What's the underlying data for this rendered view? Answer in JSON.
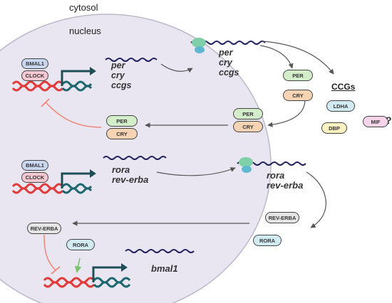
{
  "compartments": {
    "cytosol": "cytosol",
    "nucleus": "nucleus"
  },
  "nucleus_genes": {
    "per": "per",
    "cry": "cry",
    "ccgs": "ccgs",
    "rora": "rora",
    "rev_erba": "rev-erba",
    "bmal1": "bmal1"
  },
  "cytosol_genes": {
    "per": "per",
    "cry": "cry",
    "ccgs": "ccgs",
    "rora": "rora",
    "rev_erba": "rev-erba"
  },
  "proteins": {
    "bmal1_a": "BMAL1",
    "clock_a": "CLOCK",
    "bmal1_b": "BMAL1",
    "clock_b": "CLOCK",
    "per_nuc": "PER",
    "cry_nuc": "CRY",
    "per_cyt_top": "PER",
    "cry_cyt_top": "CRY",
    "per_cyt_mid": "PER",
    "cry_cyt_mid": "CRY",
    "rev_erba_nuc": "REV-ERBA",
    "rora_nuc": "RORA",
    "rev_erba_cyt": "REV-ERBA",
    "rora_cyt": "RORA",
    "ldha": "LDHA",
    "dbp": "DBP",
    "mif": "MIF"
  },
  "ccgs_title": "CCGs",
  "unknown_mark": "?",
  "colors": {
    "nucleus_fill": "#e9e6f1",
    "nucleus_stroke": "#bdb8c8",
    "dna_red": "#e03a3a",
    "dna_teal": "#1d6870",
    "mrna": "#22235e",
    "ribosome": "#7fcfa8",
    "bmal1": "#c9d8ef",
    "clock": "#f6c8d1",
    "per": "#d3ecc9",
    "cry": "#f6d3b3",
    "rev_erba": "#e5e5e5",
    "rora": "#d2ebf3",
    "ldha": "#d2ebf3",
    "dbp": "#fbf0c0",
    "mif": "#f6d5ea",
    "inhibit": "#f08070",
    "activate": "#79c46e",
    "arrow": "#555555"
  }
}
